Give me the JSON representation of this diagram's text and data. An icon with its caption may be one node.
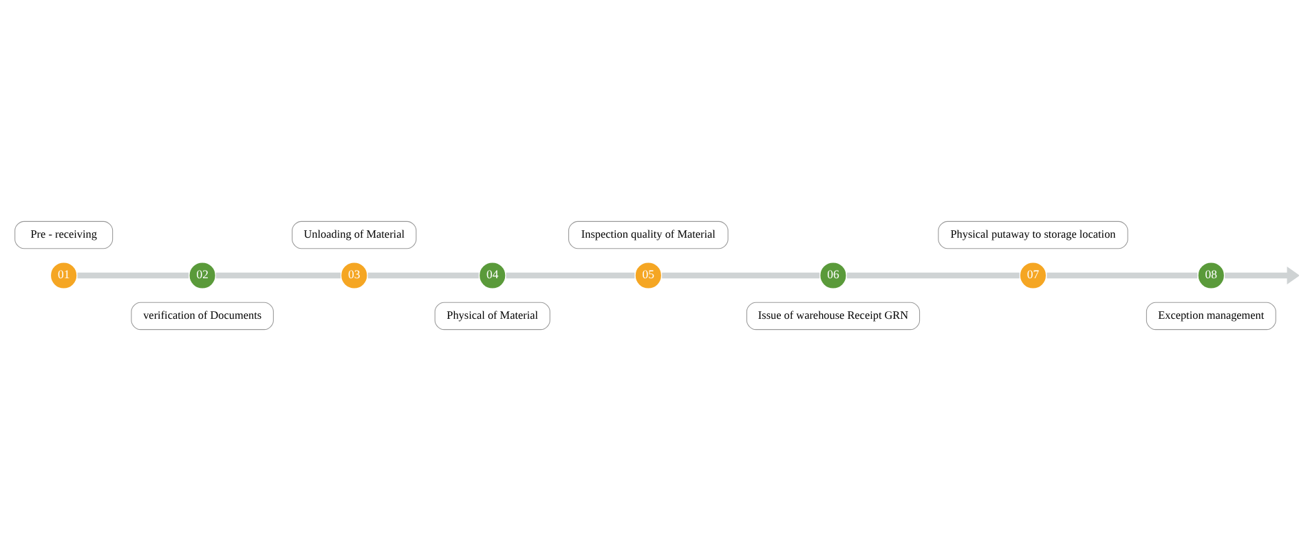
{
  "diagram": {
    "nodes": [
      {
        "text": [
          "Pre - receiving"
        ]
      },
      {
        "text": [
          "01"
        ]
      },
      {
        "text": [
          "verification of Documents"
        ]
      },
      {
        "text": [
          "02"
        ]
      },
      {
        "text": [
          "Unloading of Material"
        ]
      },
      {
        "text": [
          "03"
        ]
      },
      {
        "text": [
          "Physical of Material"
        ]
      },
      {
        "text": [
          "04"
        ]
      },
      {
        "text": [
          "Inspection quality of Material"
        ]
      },
      {
        "text": [
          "05"
        ]
      },
      {
        "text": [
          "Issue of warehouse Receipt GRN"
        ]
      },
      {
        "text": [
          "06"
        ]
      },
      {
        "text": [
          "Physical putaway to storage location"
        ]
      },
      {
        "text": [
          "07"
        ]
      },
      {
        "text": [
          "Exception management"
        ]
      },
      {
        "text": [
          "08"
        ]
      }
    ],
    "edges": [
      {
        "from": 1,
        "to": 3,
        "arrow": "none"
      },
      {
        "from": 3,
        "to": 5,
        "arrow": "none"
      },
      {
        "from": 5,
        "to": 7,
        "arrow": "none"
      },
      {
        "from": 7,
        "to": 9,
        "arrow": "none"
      },
      {
        "from": 9,
        "to": 11,
        "arrow": "none"
      },
      {
        "from": 11,
        "to": 13,
        "arrow": "none"
      },
      {
        "from": 13,
        "to": 15,
        "arrow": "none"
      },
      {
        "from": 15,
        "to": null,
        "arrow": "to"
      }
    ]
  }
}
